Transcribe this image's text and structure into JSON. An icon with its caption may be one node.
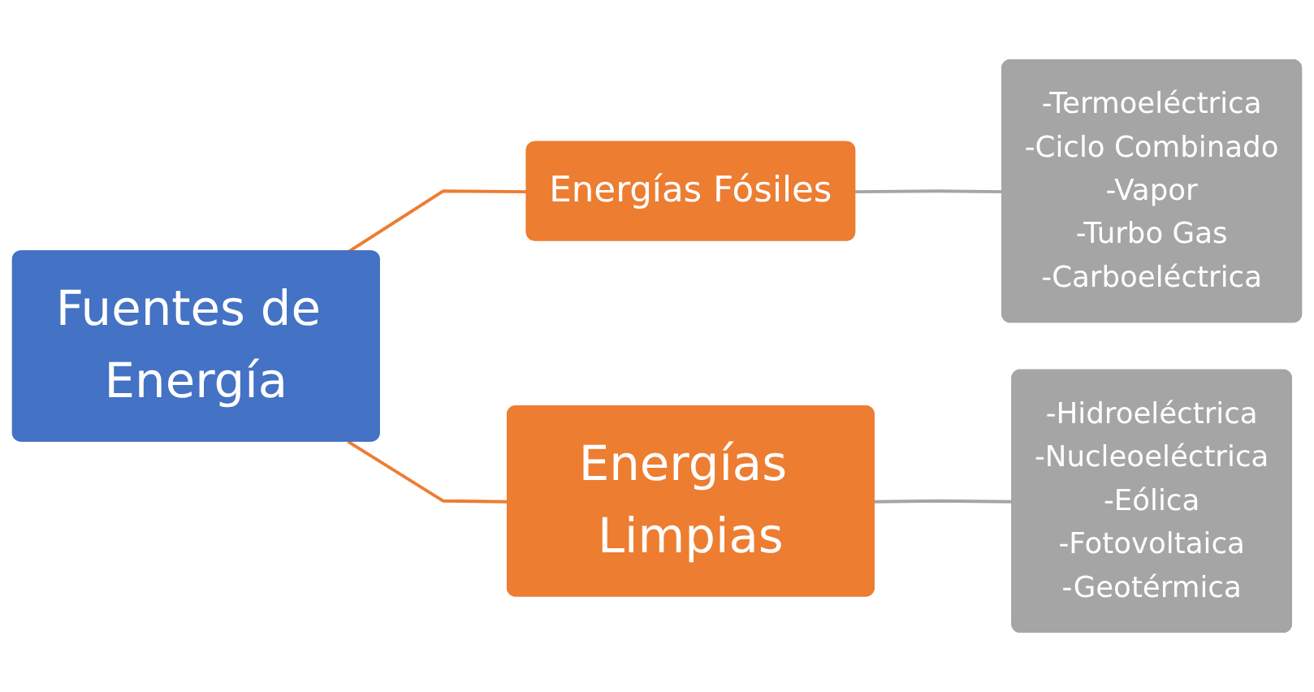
{
  "diagram": {
    "nodes": [
      {
        "text": [
          "Fuentes de Energía"
        ]
      },
      {
        "text": [
          "Energías Fósiles"
        ]
      },
      {
        "text": [
          "Energías Limpias"
        ]
      },
      {
        "text": [
          "-Termoeléctrica",
          "-Ciclo Combinado",
          "-Vapor",
          "-Turbo Gas",
          "-Carboeléctrica"
        ]
      },
      {
        "text": [
          "-Hidroeléctrica",
          "-Nucleoeléctrica",
          "-Eólica",
          "-Fotovoltaica",
          "-Geotérmica"
        ]
      }
    ],
    "edges": [
      {
        "from": 0,
        "to": 1,
        "arrow": "none",
        "color": "#ed7d31"
      },
      {
        "from": 0,
        "to": 2,
        "arrow": "none",
        "color": "#ed7d31"
      },
      {
        "from": 1,
        "to": 3,
        "arrow": "none",
        "color": "#a5a5a5"
      },
      {
        "from": 2,
        "to": 4,
        "arrow": "none",
        "color": "#a5a5a5"
      }
    ]
  }
}
